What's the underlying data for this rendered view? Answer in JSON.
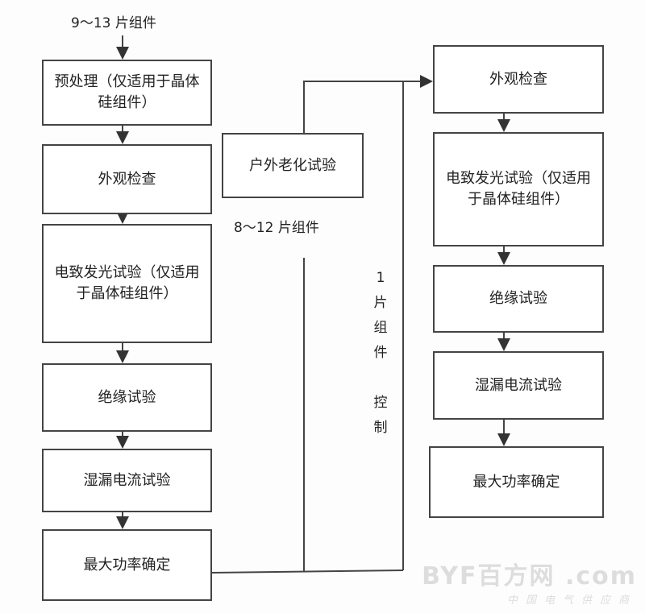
{
  "left": {
    "input_label": "9～13 片组件",
    "steps": [
      "预处理（仅适用于晶体硅组件）",
      "外观检查",
      "电致发光试验（仅适用于晶体硅组件）",
      "绝缘试验",
      "湿漏电流试验",
      "最大功率确定"
    ]
  },
  "middle": {
    "box": "户外老化试验",
    "count_label": "8～12 片组件",
    "control_label": [
      "1",
      "片",
      "组",
      "件",
      "",
      "控",
      "制"
    ]
  },
  "right": {
    "steps": [
      "外观检查",
      "电致发光试验（仅适用于晶体硅组件）",
      "绝缘试验",
      "湿漏电流试验",
      "最大功率确定"
    ]
  },
  "watermark": {
    "logo": "BYF百方网 .com",
    "sub": "中国电气供应商"
  }
}
